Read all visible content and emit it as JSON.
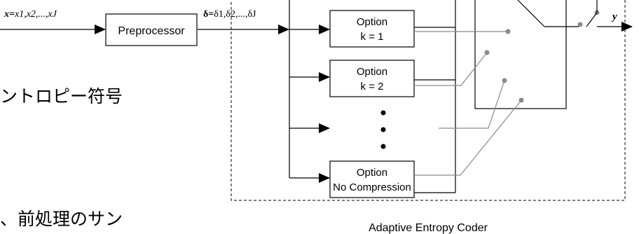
{
  "input_signal": {
    "prefix": "x=",
    "terms": "x1,x2,...,xJ"
  },
  "preprocessor": {
    "label": "Preprocessor"
  },
  "delta_signal": {
    "prefix": "δ=",
    "terms": "δ1,δ2,...,δJ"
  },
  "options": [
    {
      "line1": "Option",
      "line2": "k = 1"
    },
    {
      "line1": "Option",
      "line2": "k = 2"
    },
    {
      "line1": "Option",
      "line2": "No Compression"
    }
  ],
  "ellipsis": "⋮",
  "output_label": "y",
  "coder_label": "Adaptive Entropy Coder",
  "background_text": {
    "line1": "ントロピー符号",
    "line2": "、前処理のサン"
  }
}
